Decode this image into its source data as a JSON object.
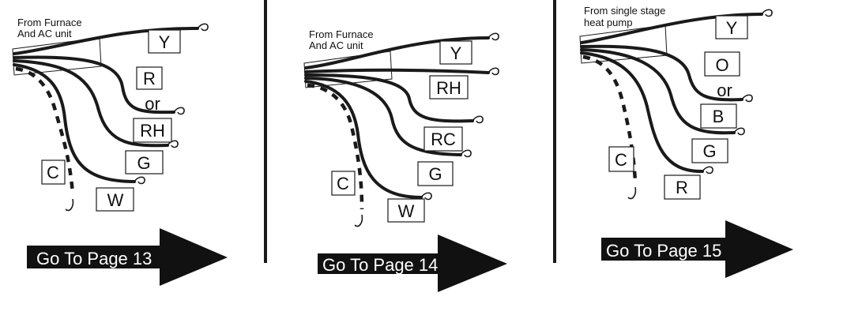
{
  "panels": [
    {
      "source_line1": "From Furnace",
      "source_line2": "And AC unit",
      "terminals": {
        "top": "Y",
        "mid1": "R",
        "or": "or",
        "mid2": "RH",
        "g": "G",
        "bottom": "W",
        "common": "C"
      },
      "arrow_text": "Go To Page 13"
    },
    {
      "source_line1": "From Furnace",
      "source_line2": "And AC unit",
      "terminals": {
        "top": "Y",
        "mid1": "RH",
        "mid2": "RC",
        "g": "G",
        "bottom": "W",
        "common": "C"
      },
      "arrow_text": "Go To Page 14"
    },
    {
      "source_line1": "From single stage",
      "source_line2": "heat pump",
      "terminals": {
        "top": "Y",
        "mid1": "O",
        "or": "or",
        "mid2": "B",
        "g": "G",
        "bottom": "R",
        "common": "C"
      },
      "arrow_text": "Go To Page 15"
    }
  ]
}
